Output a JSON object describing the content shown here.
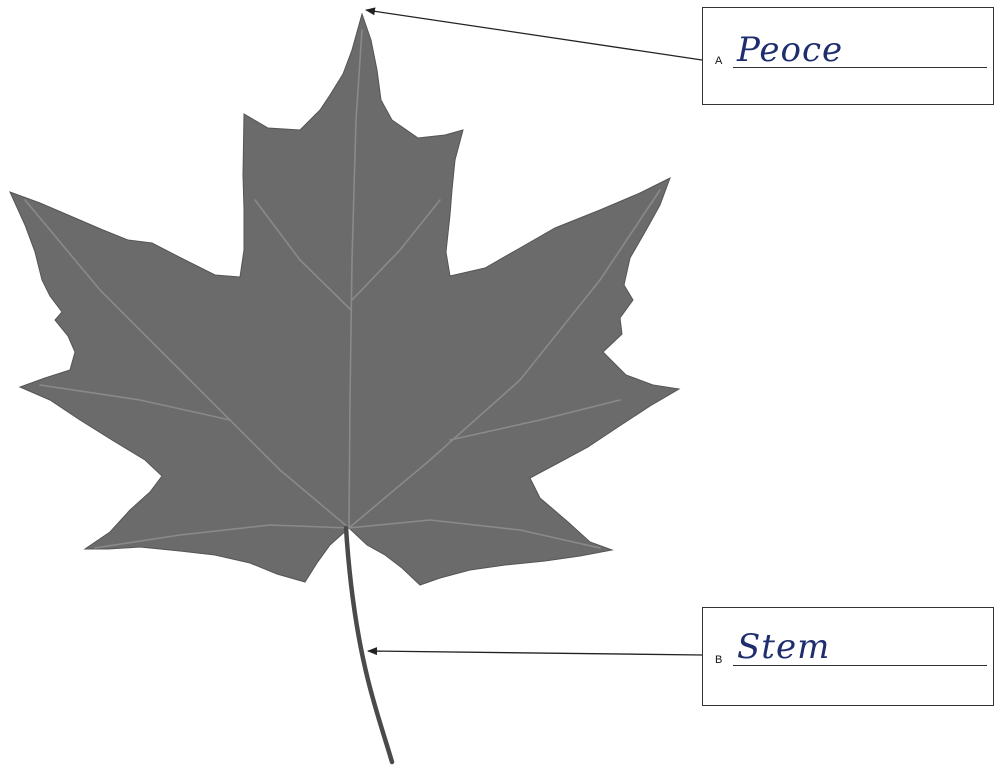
{
  "labels": {
    "a": {
      "letter": "A",
      "answer": "Peoce"
    },
    "b": {
      "letter": "B",
      "answer": "Stem"
    }
  },
  "colors": {
    "leaf": "#6b6b6b",
    "leaf_dark": "#5f5f5f",
    "vein": "#8a8a8a",
    "stem": "#4a4a4a",
    "line": "#222222",
    "handwriting": "#1e2d6e"
  }
}
